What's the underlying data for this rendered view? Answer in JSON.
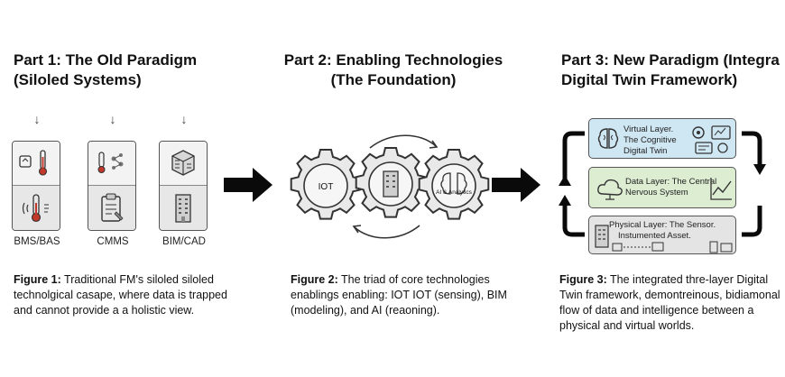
{
  "part1": {
    "heading_line1": "Part 1: The Old Paradigm",
    "heading_line2": "(Siloled Systems)",
    "silos": [
      {
        "label": "BMS/BAS"
      },
      {
        "label": "CMMS"
      },
      {
        "label": "BIM/CAD"
      }
    ],
    "caption_bold": "Figure 1:",
    "caption_text": " Traditional FM's siloled siloled technolgical casape, where data is trapped and cannot provide a a holistic view."
  },
  "part2": {
    "heading_line1": "Part 2: Enabling Technologies",
    "heading_line2": "(The Foundation)",
    "gears": [
      {
        "label": "IOT"
      },
      {
        "label": ""
      },
      {
        "label": "AI & Analytics"
      }
    ],
    "caption_bold": "Figure 2:",
    "caption_text": " The triad of core technologies enablings enabling: IOT IOT (sensing), BIM (modeling), and AI (reaoning)."
  },
  "part3": {
    "heading_line1": "Part 3: New Paradigm (Integra",
    "heading_line2": "Digital Twin Framework)",
    "layers": {
      "virtual": {
        "line1": "Virtual Layer.",
        "line2": "The Cognitive",
        "line3": "Digital Twin"
      },
      "data": {
        "line1": "Data Layer: The Central",
        "line2": "Nervous System"
      },
      "physical": {
        "line1": "Physical Layer: The Sensor.",
        "line2": "Instumented Asset."
      }
    },
    "caption_bold": "Figure 3:",
    "caption_text": " The integrated thre-layer Digital Twin framework, demontreinous, bidiamonal flow of data and intelligence between a physical and virtual worlds."
  },
  "colors": {
    "virtual_layer": "#cfe6f3",
    "data_layer": "#ddedd2",
    "physical_layer": "#e4e4e4",
    "gear": "#e9e9e9"
  }
}
